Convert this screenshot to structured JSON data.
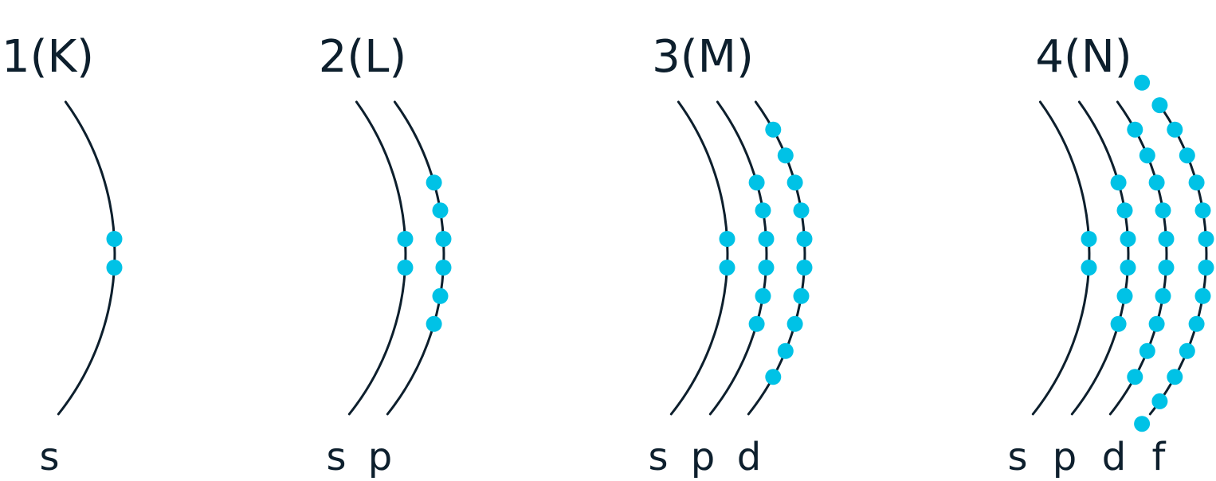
{
  "colors": {
    "line": "#0d1f2d",
    "electron": "#00c2e6",
    "text": "#0d1f2d"
  },
  "shells": [
    {
      "title": "1(K)",
      "subshells": [
        {
          "label": "s",
          "electrons": 2
        }
      ]
    },
    {
      "title": "2(L)",
      "subshells": [
        {
          "label": "s",
          "electrons": 2
        },
        {
          "label": "p",
          "electrons": 6
        }
      ]
    },
    {
      "title": "3(M)",
      "subshells": [
        {
          "label": "s",
          "electrons": 2
        },
        {
          "label": "p",
          "electrons": 6
        },
        {
          "label": "d",
          "electrons": 10
        }
      ]
    },
    {
      "title": "4(N)",
      "subshells": [
        {
          "label": "s",
          "electrons": 2
        },
        {
          "label": "p",
          "electrons": 6
        },
        {
          "label": "d",
          "electrons": 10
        },
        {
          "label": "f",
          "electrons": 14
        }
      ]
    }
  ]
}
